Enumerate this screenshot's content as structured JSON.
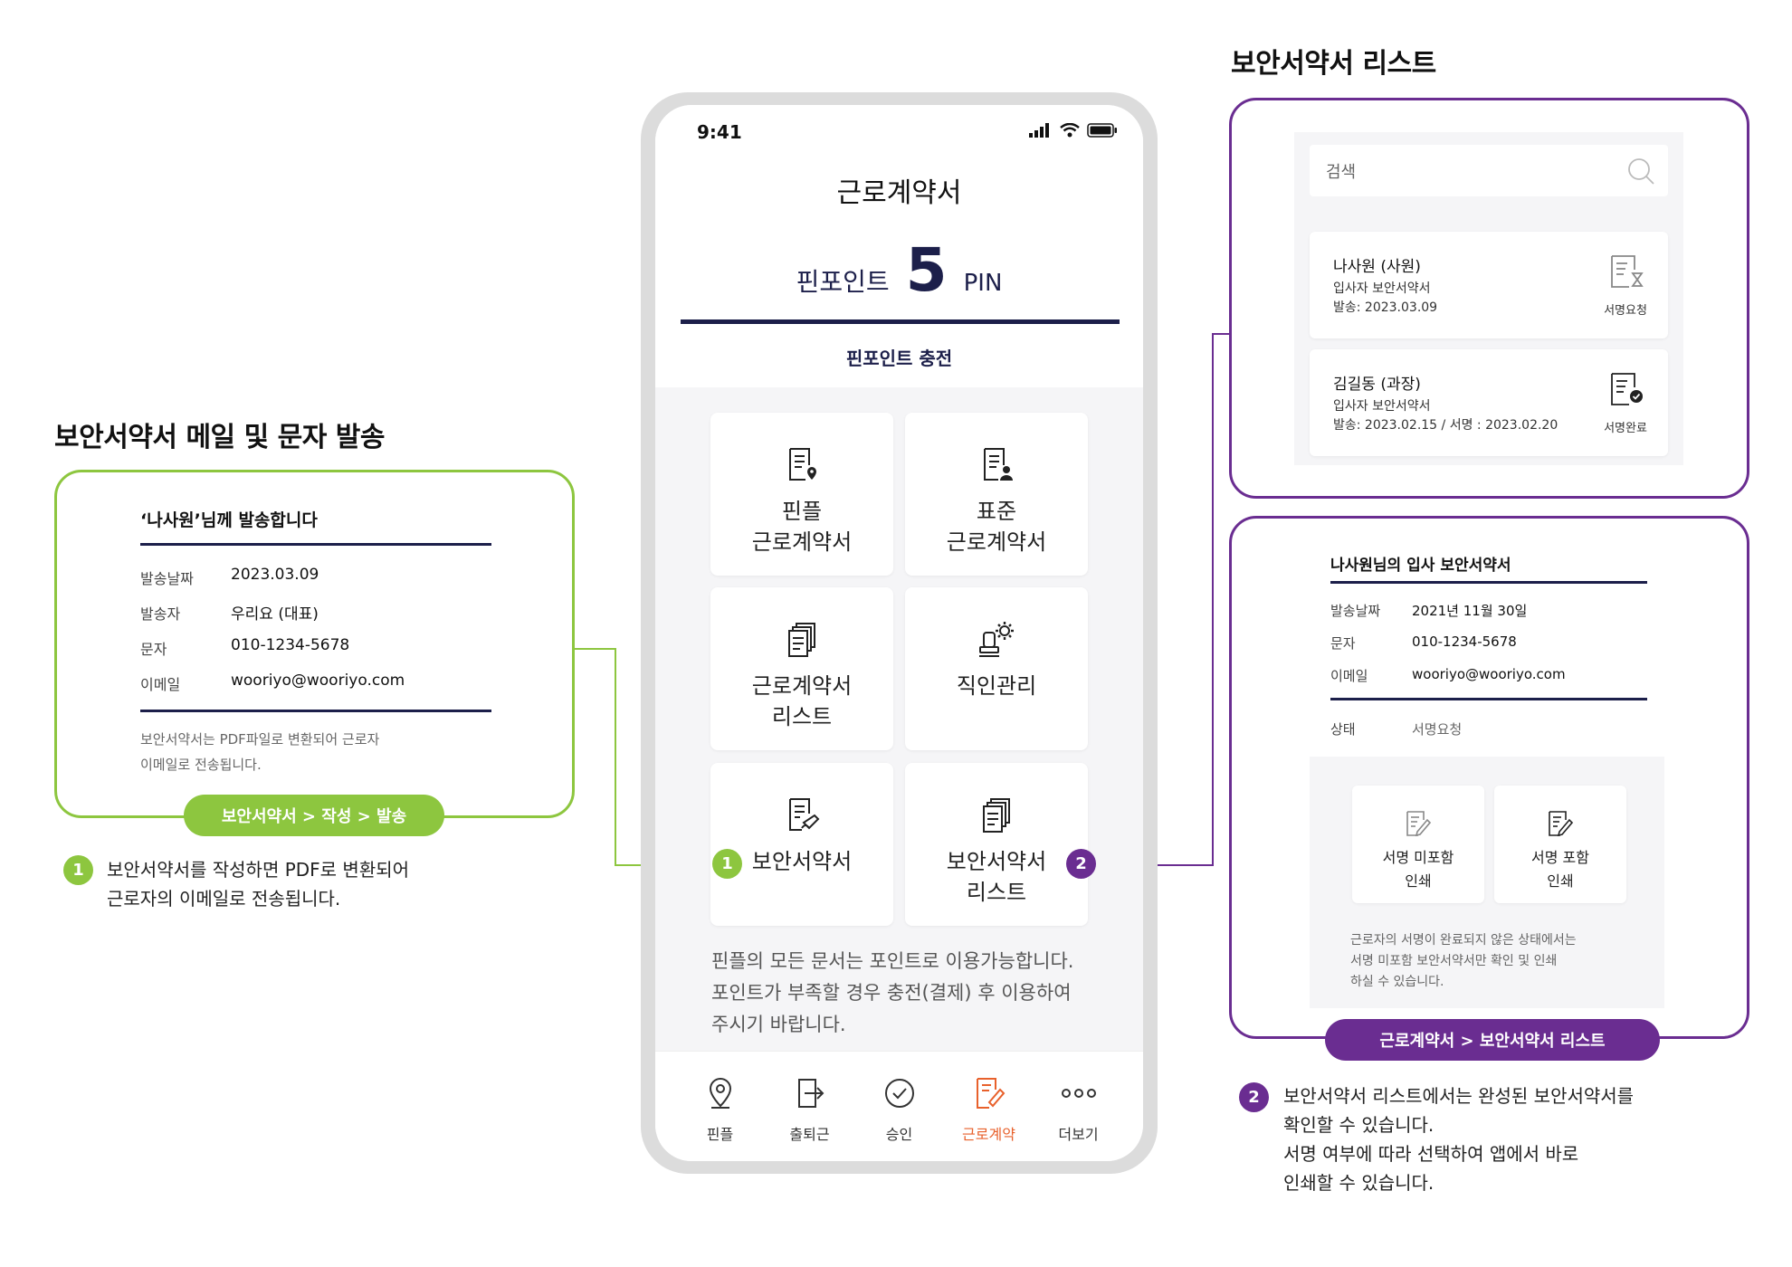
{
  "left": {
    "title": "보안서약서 메일 및 문자 발송",
    "heading": "‘나사원’님께 발송합니다",
    "rows": [
      {
        "label": "발송날짜",
        "value": "2023.03.09"
      },
      {
        "label": "발송자",
        "value": "우리요 (대표)"
      },
      {
        "label": "문자",
        "value": "010-1234-5678"
      },
      {
        "label": "이메일",
        "value": "wooriyo@wooriyo.com"
      }
    ],
    "note_line1": "보안서약서는 PDF파일로 변환되어 근로자",
    "note_line2": "이메일로 전송됩니다.",
    "pill": "보안서약서 > 작성 > 발송",
    "badge": "1",
    "desc_line1": "보안서약서를 작성하면 PDF로 변환되어",
    "desc_line2": "근로자의 이메일로 전송됩니다."
  },
  "phone": {
    "time": "9:41",
    "title": "근로계약서",
    "points_label": "핀포인트",
    "points_value": "5",
    "points_unit": "PIN",
    "charge": "핀포인트 충전",
    "tiles": [
      {
        "line1": "핀플",
        "line2": "근로계약서"
      },
      {
        "line1": "표준",
        "line2": "근로계약서"
      },
      {
        "line1": "근로계약서",
        "line2": "리스트"
      },
      {
        "line1": "직인관리",
        "line2": ""
      },
      {
        "line1": "보안서약서",
        "line2": ""
      },
      {
        "line1": "보안서약서",
        "line2": "리스트"
      }
    ],
    "badge1": "1",
    "badge2": "2",
    "note_line1": "핀플의 모든 문서는 포인트로 이용가능합니다.",
    "note_line2": "포인트가 부족할 경우 충전(결제) 후 이용하여",
    "note_line3": "주시기 바랍니다.",
    "tabs": [
      "핀플",
      "출퇴근",
      "승인",
      "근로계약",
      "더보기"
    ],
    "active_color": "#e8612c"
  },
  "right_top": {
    "title": "보안서약서 리스트",
    "search_placeholder": "검색",
    "cards": [
      {
        "name": "나사원 (사원)",
        "doc": "입사자 보안서약서",
        "date": "발송: 2023.03.09",
        "status": "서명요청"
      },
      {
        "name": "김길동 (과장)",
        "doc": "입사자 보안서약서",
        "date": "발송: 2023.02.15 / 서명 : 2023.02.20",
        "status": "서명완료"
      }
    ]
  },
  "right_bottom": {
    "heading": "나사원님의 입사 보안서약서",
    "rows": [
      {
        "label": "발송날짜",
        "value": "2021년 11월 30일"
      },
      {
        "label": "문자",
        "value": "010-1234-5678"
      },
      {
        "label": "이메일",
        "value": "wooriyo@wooriyo.com"
      }
    ],
    "status_label": "상태",
    "status_value": "서명요청",
    "print1_line1": "서명 미포함",
    "print1_line2": "인쇄",
    "print2_line1": "서명 포함",
    "print2_line2": "인쇄",
    "note_line1": "근로자의 서명이 완료되지 않은 상태에서는",
    "note_line2": "서명 미포함 보안서약서만 확인 및 인쇄",
    "note_line3": "하실 수 있습니다.",
    "pill": "근로계약서 > 보안서약서 리스트",
    "badge": "2",
    "desc_line1": "보안서약서 리스트에서는 완성된 보안서약서를",
    "desc_line2": "확인할 수 있습니다.",
    "desc_line3": "서명 여부에 따라 선택하여 앱에서 바로",
    "desc_line4": "인쇄할 수 있습니다."
  },
  "colors": {
    "green": "#8dc63f",
    "purple": "#6a2d91",
    "navy": "#1c1f4a"
  }
}
